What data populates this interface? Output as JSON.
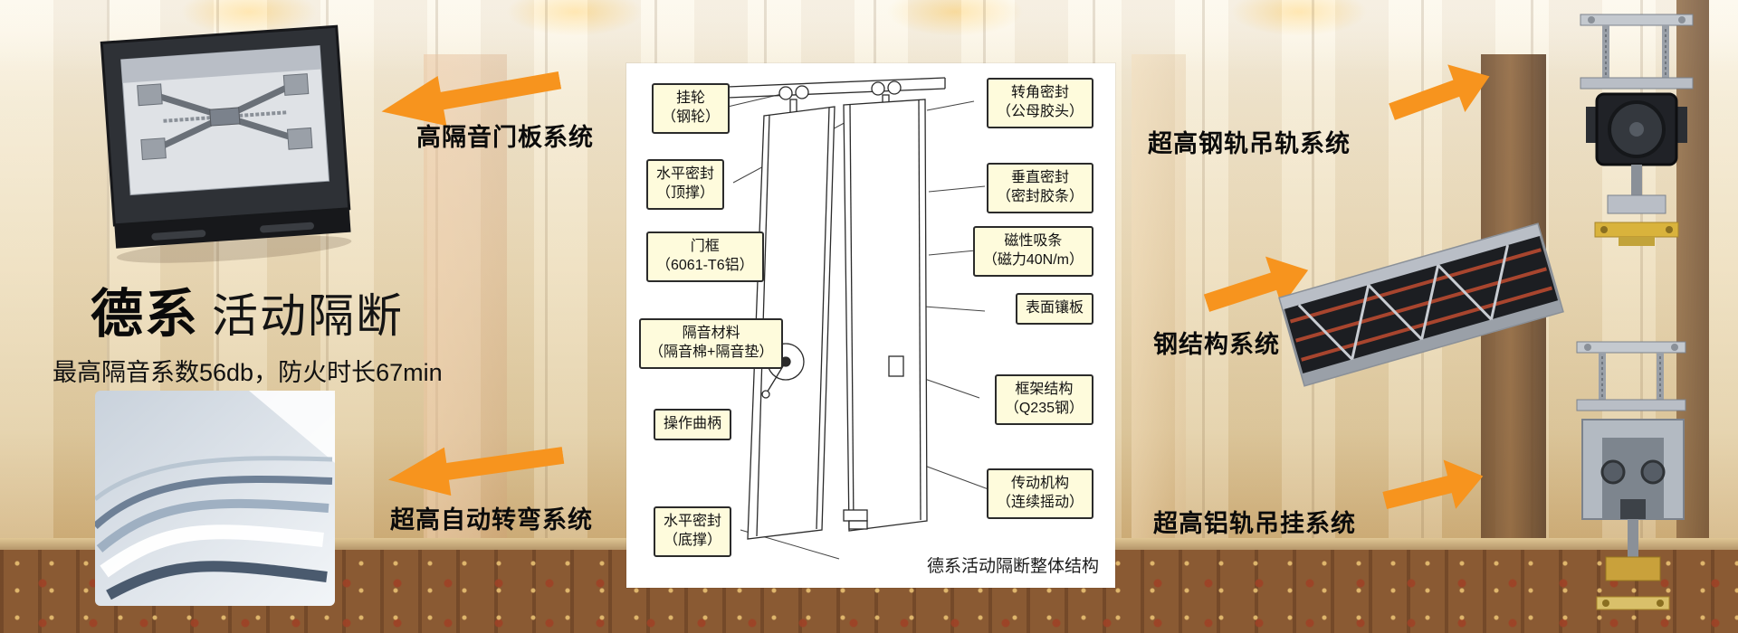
{
  "hero": {
    "brand": "德系",
    "product": "活动隔断",
    "subtitle": "最高隔音系数56db，防火时长67min"
  },
  "systems": {
    "door_panel": "高隔音门板系统",
    "auto_turn": "超高自动转弯系统",
    "steel_rail": "超高钢轨吊轨系统",
    "steel_structure": "钢结构系统",
    "alu_rail": "超高铝轨吊挂系统"
  },
  "diagram": {
    "caption": "德系活动隔断整体结构",
    "left_callouts": [
      "挂轮\n（钢轮）",
      "水平密封\n（顶撑）",
      "门框\n（6061-T6铝）",
      "隔音材料\n（隔音棉+隔音垫）",
      "操作曲柄",
      "水平密封\n（底撑）"
    ],
    "right_callouts": [
      "转角密封\n（公母胶头）",
      "垂直密封\n（密封胶条）",
      "磁性吸条\n（磁力40N/m）",
      "表面镶板",
      "框架结构\n（Q235钢）",
      "传动机构\n（连续摇动）"
    ]
  },
  "colors": {
    "arrow": "#F7941E",
    "callout_bg": "#FEFBDC",
    "callout_border": "#2B2B2B"
  }
}
